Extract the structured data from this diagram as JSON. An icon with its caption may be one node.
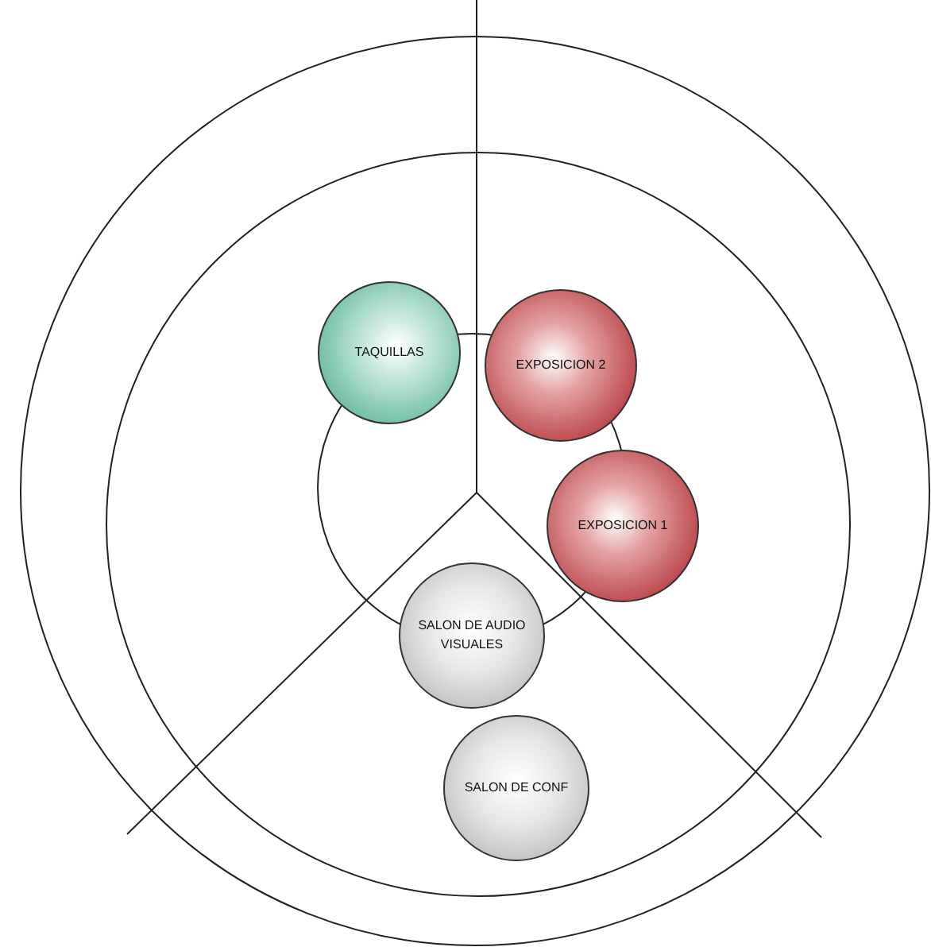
{
  "diagram": {
    "nodes": [
      {
        "text": [
          "TAQUILLAS"
        ]
      },
      {
        "text": [
          "EXPOSICION 2"
        ]
      },
      {
        "text": [
          "EXPOSICION 1"
        ]
      },
      {
        "text": [
          "SALON DE AUDIO VISUALES"
        ]
      },
      {
        "text": [
          "SALON DE CONF"
        ]
      }
    ]
  }
}
